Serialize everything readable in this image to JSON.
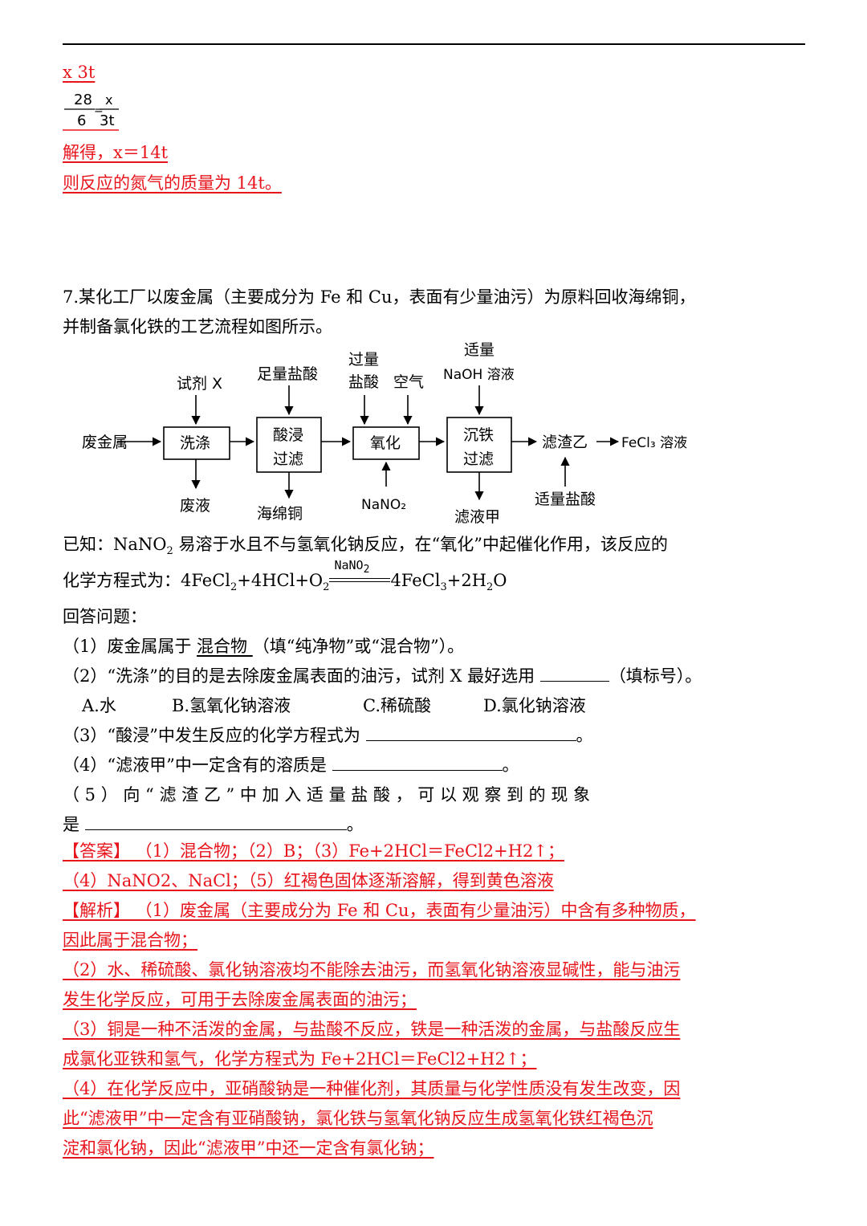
{
  "top": {
    "ratio_line": "x      3t",
    "frac_left_num": "28",
    "frac_left_den": "6",
    "frac_right_num": "x",
    "frac_right_den": "3t",
    "frac_eq": "=",
    "solve": "解得，x＝14t",
    "result": "则反应的氮气的质量为 14t。"
  },
  "question": {
    "stem_1": "7.某化工厂以废金属（主要成分为 Fe 和 Cu，表面有少量油污）为原料回收海绵铜，",
    "stem_2": "并制备氯化铁的工艺流程如图所示。",
    "known_1": "已知：NaNO",
    "known_1_sub": "2",
    "known_1_rest": " 易溶于水且不与氢氧化钠反应，在“氧化”中起催化作用，该反应的",
    "eq_prefix": "化学方程式为：4FeCl",
    "eq_catalyst": "NaNO",
    "eq_catalyst_sub": "2",
    "eq_suffix": "4FeCl",
    "answer_prompt": "回答问题：",
    "q1_a": "（1）废金属属于 ",
    "q1_fill": "  混合物  ",
    "q1_b": "（填“纯净物”或“混合物”）。",
    "q2": "（2）“洗涤”的目的是去除废金属表面的油污，试剂 X 最好选用 ",
    "q2_b": "（填标号）。",
    "opt_a": "A.水",
    "opt_b": "B.氢氧化钠溶液",
    "opt_c": "C.稀硫酸",
    "opt_d": "D.氯化钠溶液",
    "q3": "（3）“酸浸”中发生反应的化学方程式为 ",
    "q3_end": "。",
    "q4": "（4）“滤液甲”中一定含有的溶质是 ",
    "q4_end": "。",
    "q5_a": "（ 5 ） 向 “ 滤 渣 乙 ” 中 加 入 适 量 盐 酸 ， 可 以 观 察 到 的 现 象",
    "q5_b": "是 ",
    "q5_end": "。"
  },
  "flow": {
    "start": "废金属",
    "box_wash": "洗涤",
    "box_acid_1": "酸浸",
    "box_acid_2": "过滤",
    "box_oxid": "氧化",
    "box_precip_1": "沉铁",
    "box_precip_2": "过滤",
    "residue": "滤渣乙",
    "product": "FeCl₃ 溶液",
    "in_wash": "试剂 X",
    "in_acid": "足量盐酸",
    "in_oxid_hcl_1": "过量",
    "in_oxid_hcl_2": "盐酸",
    "in_air": "空气",
    "in_naoh_1": "适量",
    "in_naoh_2": "NaOH 溶液",
    "out_wash": "废液",
    "out_acid": "海绵铜",
    "in_nano2": "NaNO₂",
    "out_filtrate": "滤液甲",
    "in_residue_hcl": "适量盐酸"
  },
  "answer": {
    "line1": "【答案】  （1）混合物；（2）B；（3）Fe+2HCl＝FeCl2+H2↑；",
    "line2": "（4）NaNO2、NaCl；（5）红褐色固体逐渐溶解，得到黄色溶液",
    "analysis_1": "【解析】  （1）废金属（主要成分为 Fe 和 Cu，表面有少量油污）中含有多种物质，",
    "analysis_2": "因此属于混合物；",
    "analysis_3": "（2）水、稀硫酸、氯化钠溶液均不能除去油污，而氢氧化钠溶液显碱性，能与油污",
    "analysis_4": "发生化学反应，可用于去除废金属表面的油污；",
    "analysis_5": "（3）铜是一种不活泼的金属，与盐酸不反应，铁是一种活泼的金属，与盐酸反应生",
    "analysis_6": "成氯化亚铁和氢气，化学方程式为 Fe+2HCl＝FeCl2+H2↑；",
    "analysis_7": "（4）在化学反应中，亚硝酸钠是一种催化剂，其质量与化学性质没有发生改变，因",
    "analysis_8": "此“滤液甲”中一定含有亚硝酸钠，氯化铁与氢氧化钠反应生成氢氧化铁红褐色沉",
    "analysis_9": "淀和氯化钠，因此“滤液甲”中还一定含有氯化钠；"
  }
}
